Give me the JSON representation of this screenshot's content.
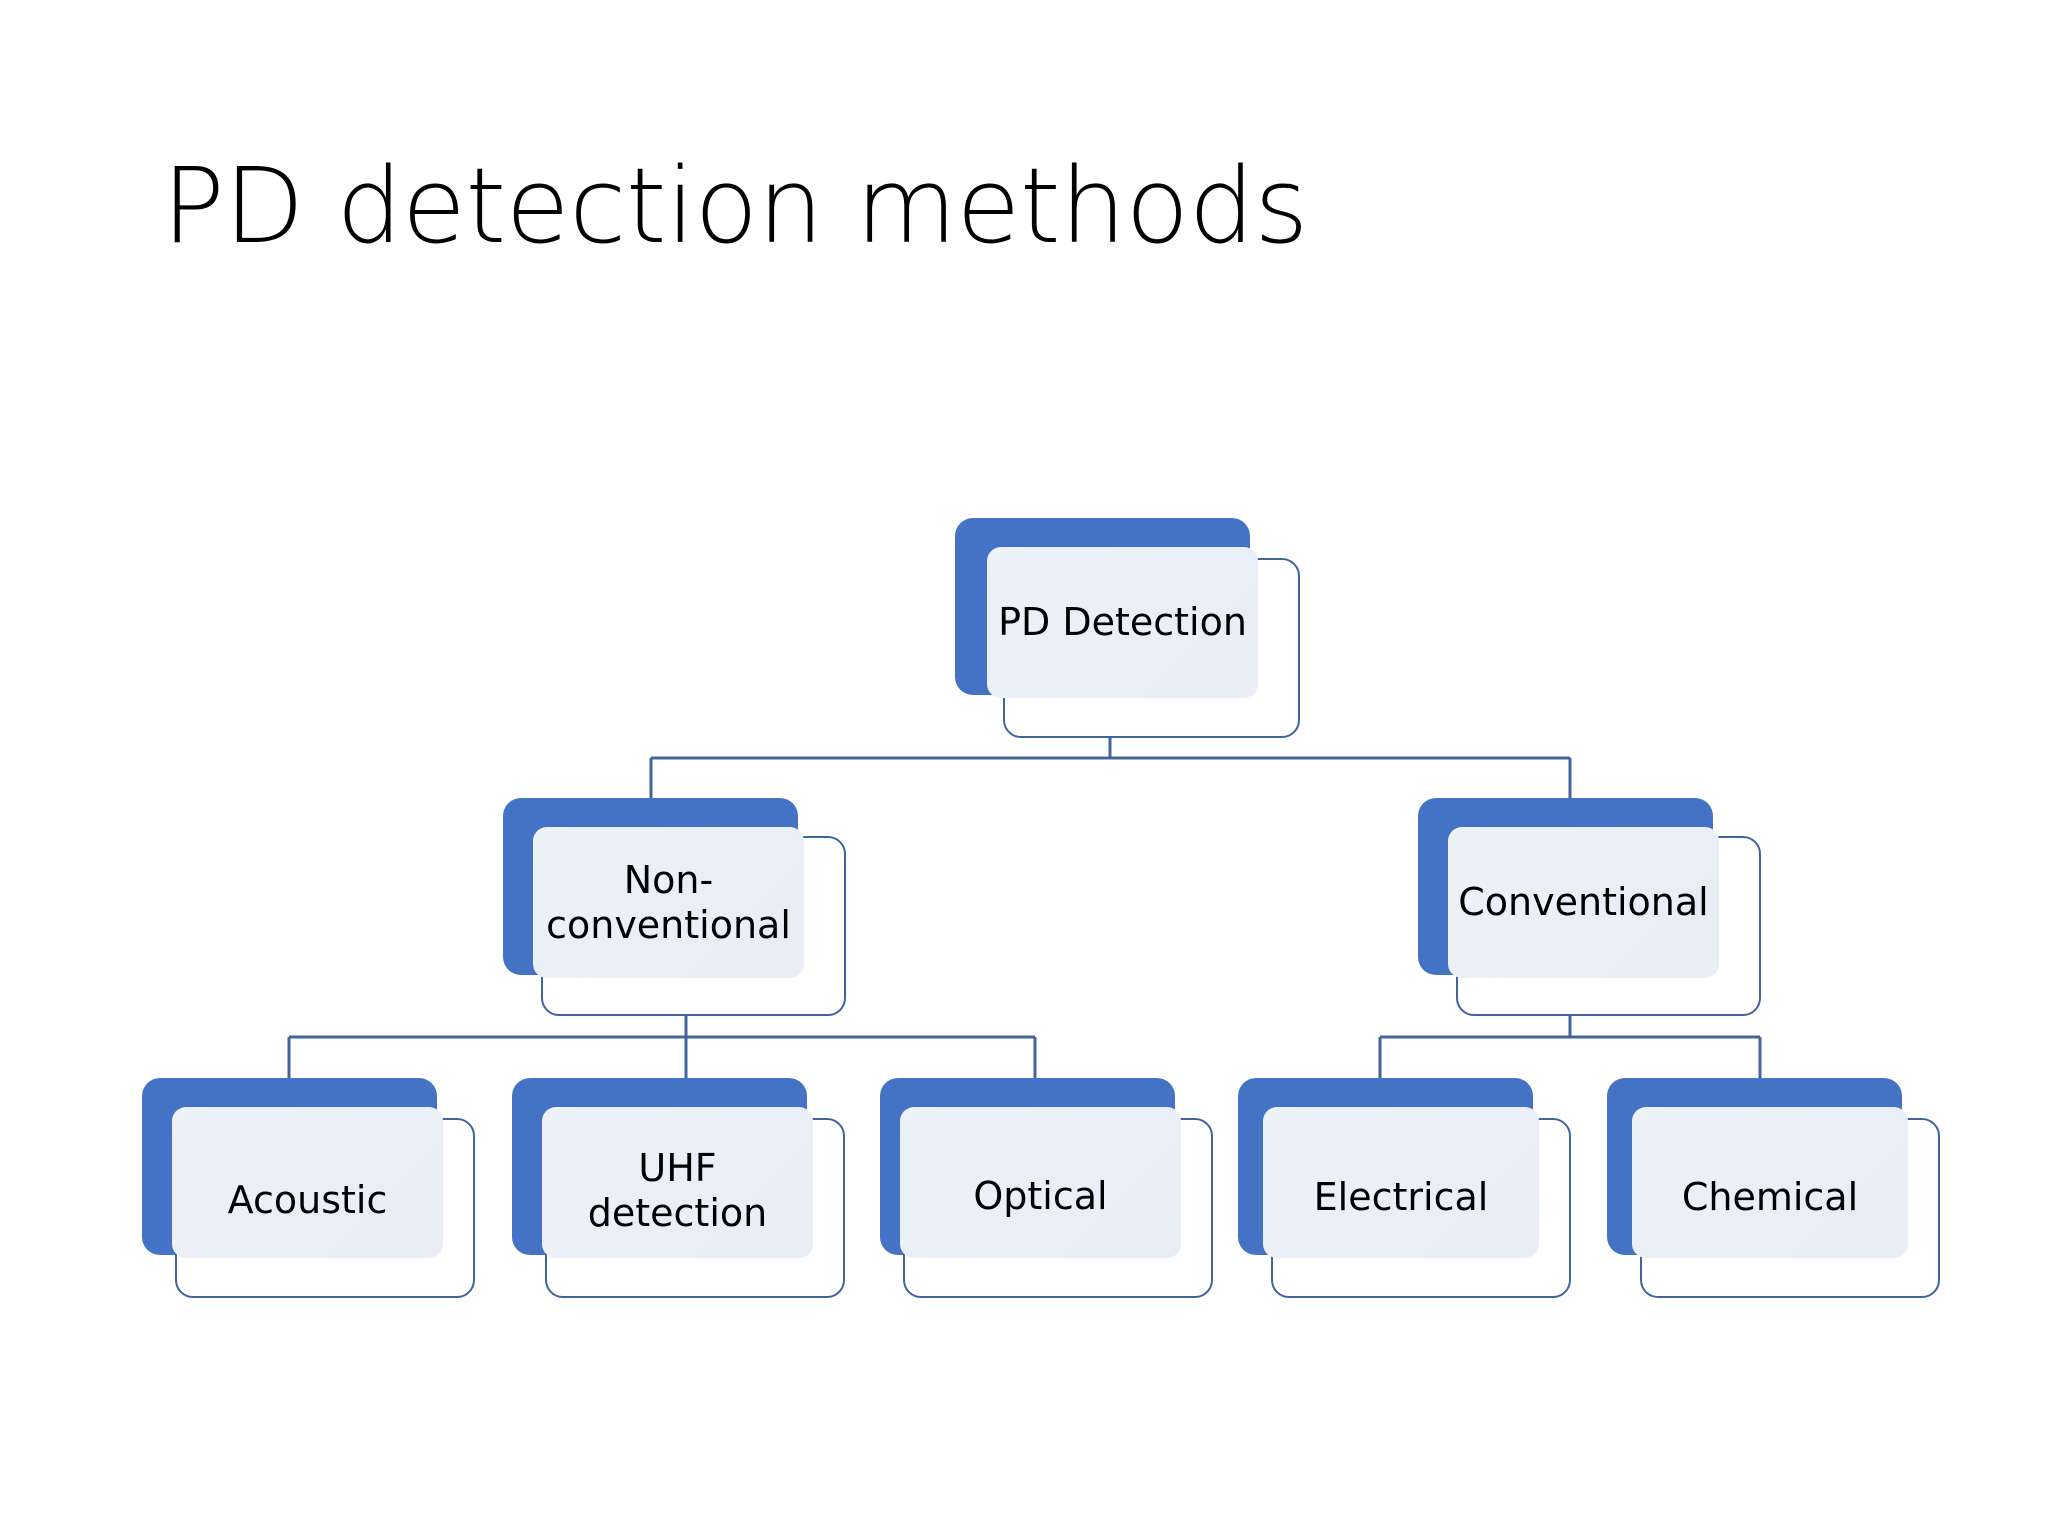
{
  "slide": {
    "title": "PD detection methods",
    "background_color": "#FFFFFF"
  },
  "theme": {
    "accent_blue": "#4472C4",
    "outline_blue": "#41649E",
    "card_fill": "#EAEFF7",
    "connector_color": "#41649E",
    "text_color": "#000000"
  },
  "diagram": {
    "type": "organization-chart",
    "root": "PD Detection",
    "levels": 3,
    "nodes": [
      {
        "id": "pd-detection",
        "label": "PD Detection",
        "level": 0,
        "parent": null
      },
      {
        "id": "non-conventional",
        "label": "Non-\nconventional",
        "level": 1,
        "parent": "pd-detection"
      },
      {
        "id": "conventional",
        "label": "Conventional",
        "level": 1,
        "parent": "pd-detection"
      },
      {
        "id": "acoustic",
        "label": "Acoustic",
        "level": 2,
        "parent": "non-conventional"
      },
      {
        "id": "uhf-detection",
        "label": "UHF\ndetection",
        "level": 2,
        "parent": "non-conventional"
      },
      {
        "id": "optical",
        "label": "Optical",
        "level": 2,
        "parent": "non-conventional"
      },
      {
        "id": "electrical",
        "label": "Electrical",
        "level": 2,
        "parent": "conventional"
      },
      {
        "id": "chemical",
        "label": "Chemical",
        "level": 2,
        "parent": "conventional"
      }
    ]
  }
}
